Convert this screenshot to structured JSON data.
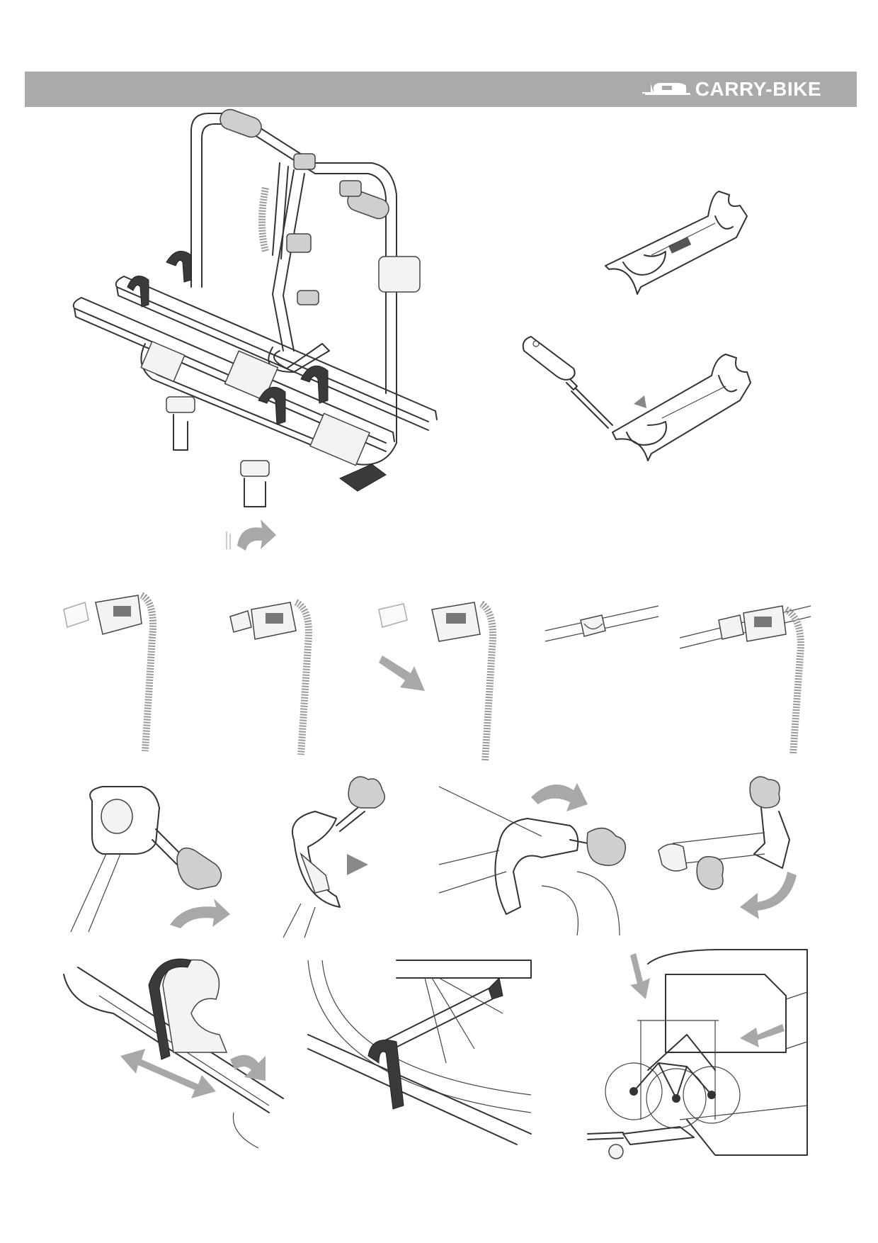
{
  "header": {
    "title": "CARRY-BIKE",
    "band_color": "#aaaaaa",
    "title_color": "#ffffff",
    "logo": "camper-logo-icon"
  },
  "figures": [
    "bike-rack-overview",
    "frame-clamp-shown",
    "screwdriver-clamp-step",
    "strap-sequence-step-1",
    "strap-sequence-step-2",
    "strap-sequence-step-3",
    "strap-sequence-step-4",
    "strap-sequence-step-5",
    "knob-clamp-step-1",
    "knob-clamp-step-2",
    "knob-clamp-step-3",
    "knob-clamp-step-4",
    "wheel-holder-adjust",
    "wheel-strap-fastened",
    "rack-on-vehicle"
  ],
  "colors": {
    "arrow": "#a8a8a8",
    "line": "#333333",
    "pad": "#cfcfcf",
    "strap": "#3a3a3a"
  }
}
